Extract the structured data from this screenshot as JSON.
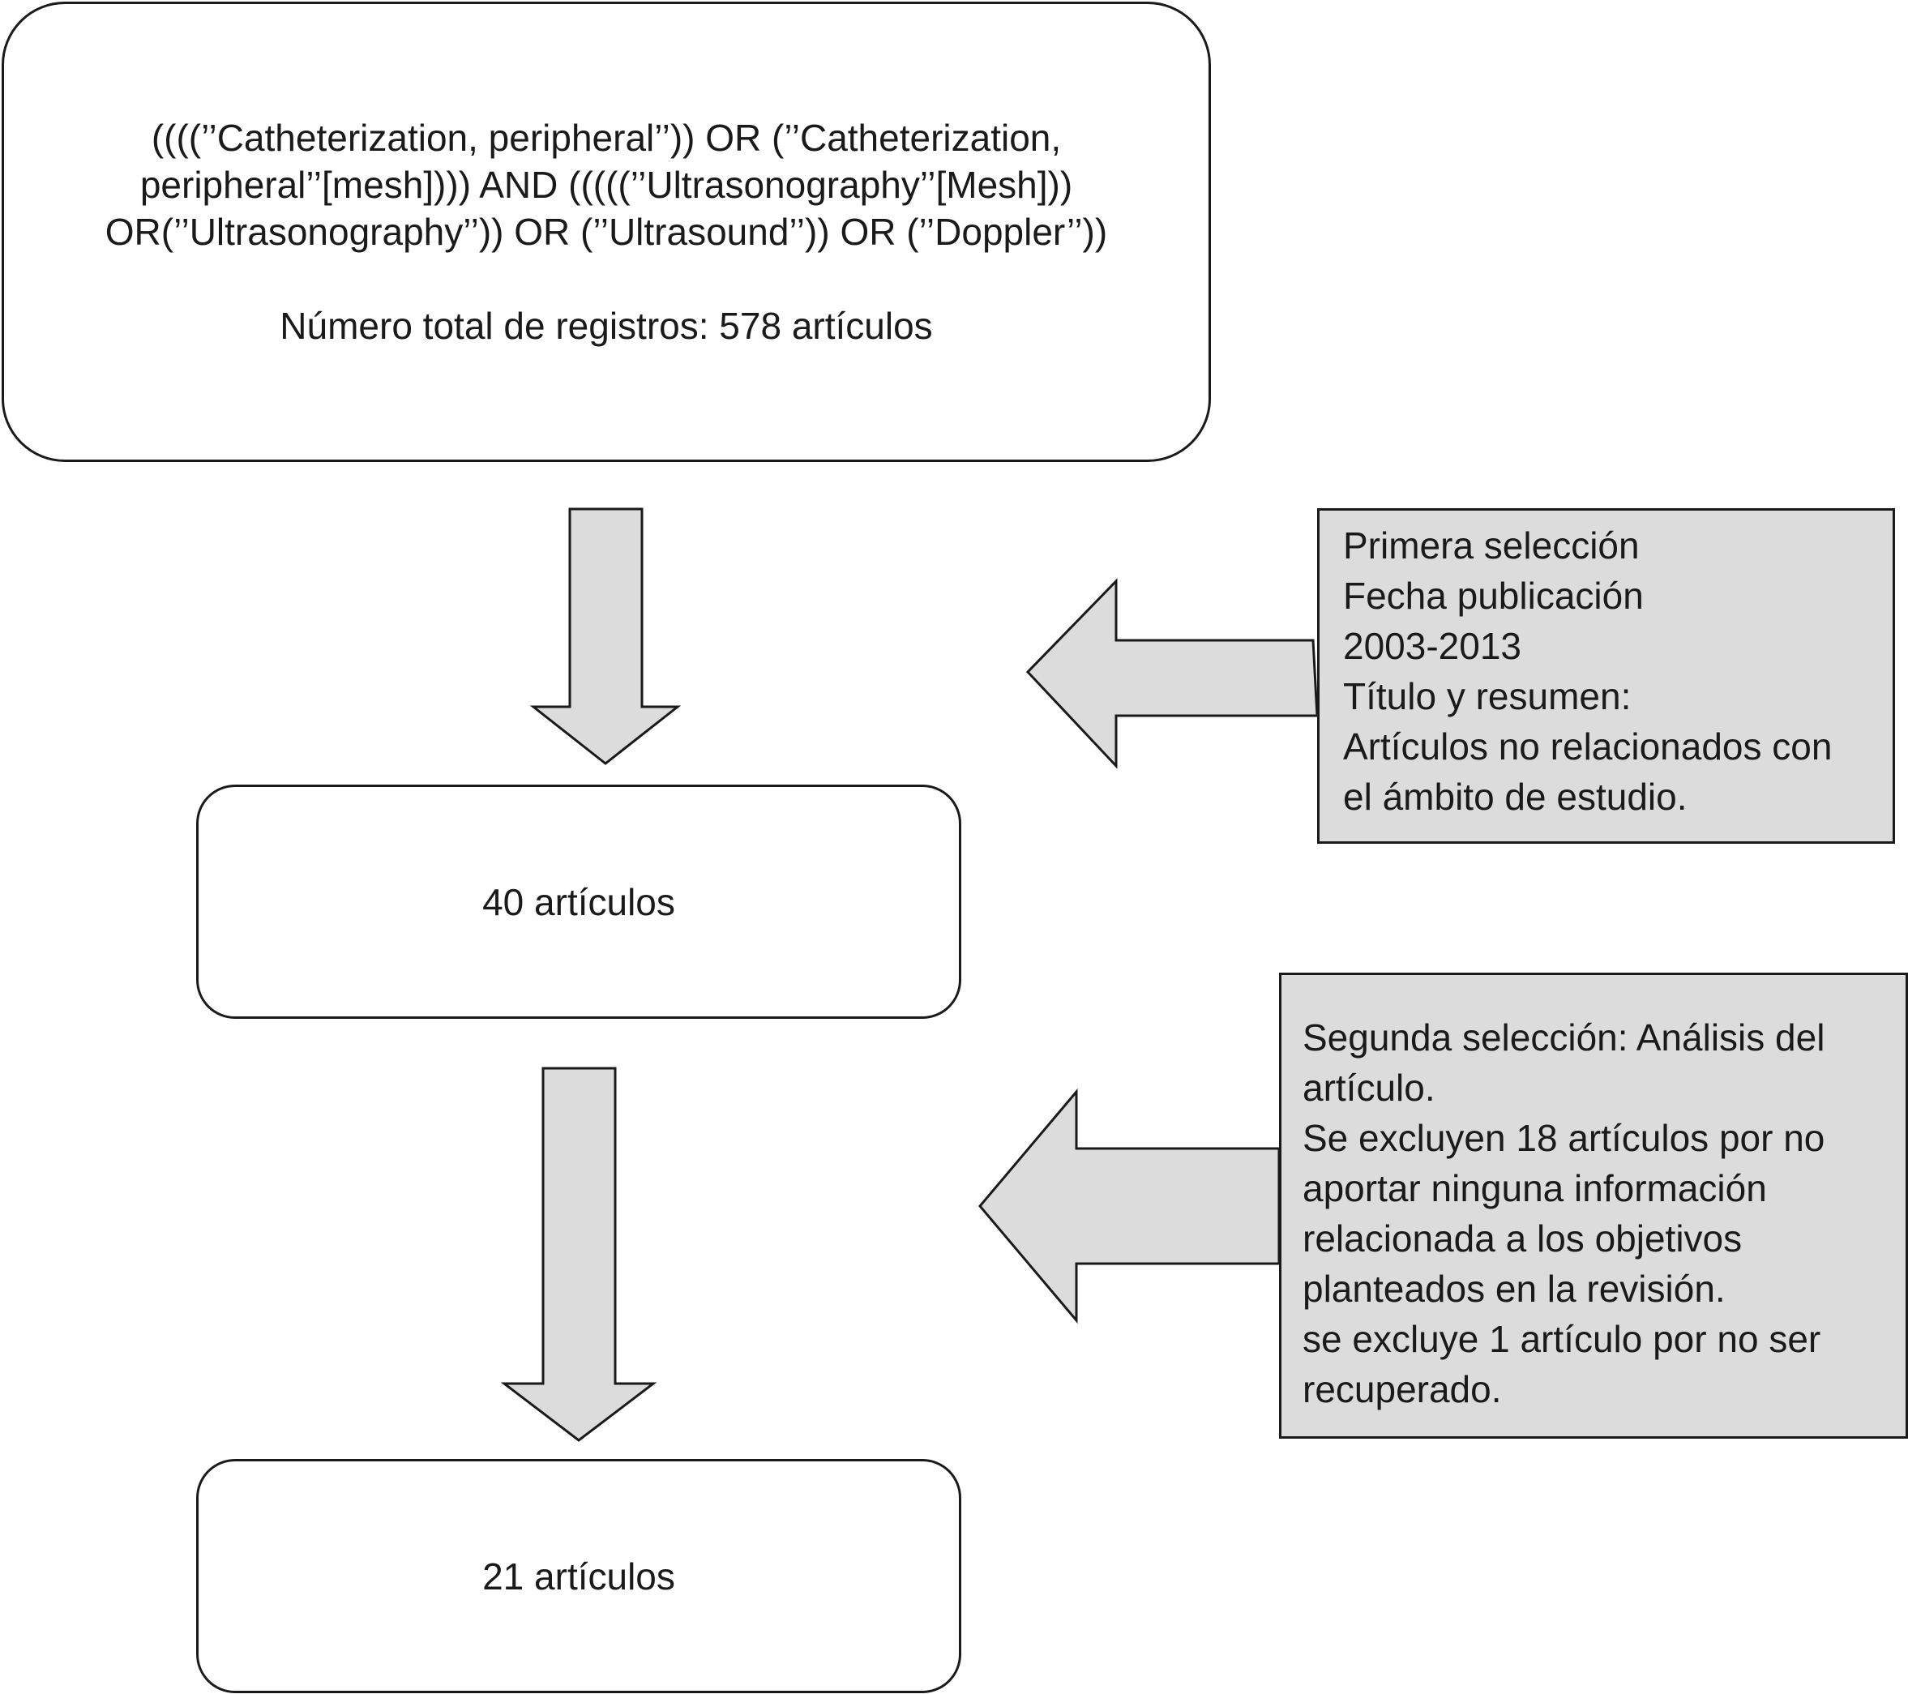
{
  "search": {
    "query": "((((’’Catheterization, peripheral’’)) OR (’’Catheterization, peripheral’’[mesh]))) AND (((((’’Ultrasonography’’[Mesh])) OR(’’Ultrasonography’’)) OR (’’Ultrasound’’)) OR (’’Doppler’’))",
    "total_records": "Número total de registros: 578 artículos"
  },
  "step_40": {
    "label": "40 artículos"
  },
  "step_21": {
    "label": "21 artículos"
  },
  "first_selection": {
    "lines": [
      "Primera selección",
      "Fecha publicación",
      "2003-2013",
      "Título y resumen:",
      "Artículos no relacionados con",
      "el ámbito de estudio."
    ]
  },
  "second_selection": {
    "lines": [
      "Segunda selección: Análisis del",
      "artículo.",
      "Se excluyen 18 artículos por no",
      "aportar ninguna información",
      "relacionada a los objetivos",
      "planteados en la revisión.",
      "se excluye 1 artículo por no ser",
      "recuperado."
    ]
  },
  "colors": {
    "exclusion_fill": "#dcdcdc",
    "stroke": "#1a1a1a"
  }
}
